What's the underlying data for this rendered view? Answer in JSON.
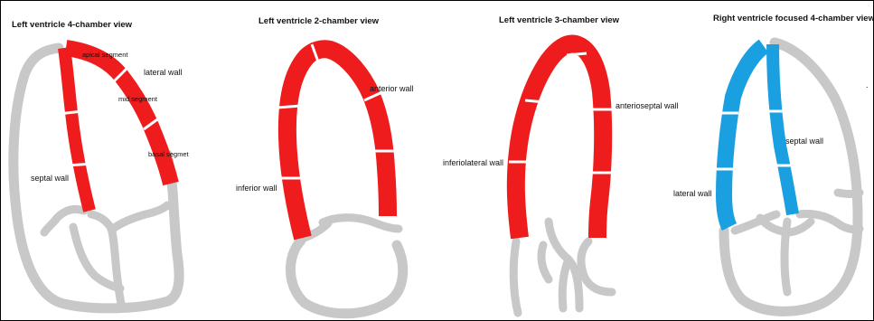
{
  "colors": {
    "lv_segment": "#ee1c1c",
    "rv_segment": "#1aa0e0",
    "myocardium": "#c8c8c8"
  },
  "panels": [
    {
      "title": "Left ventricle 4-chamber view",
      "labels": [
        "apical segment",
        "lateral wall",
        "mid segment",
        "basal segmet",
        "septal wall"
      ]
    },
    {
      "title": "Left ventricle 2-chamber view",
      "labels": [
        "anterior wall",
        "inferior wall"
      ]
    },
    {
      "title": "Left ventricle 3-chamber view",
      "labels": [
        "anterioseptal wall",
        "inferiolateral wall"
      ]
    },
    {
      "title": "Right ventricle focused 4-chamber view",
      "labels": [
        "septal wall",
        "lateral wall"
      ],
      "stray_mark": "."
    }
  ]
}
